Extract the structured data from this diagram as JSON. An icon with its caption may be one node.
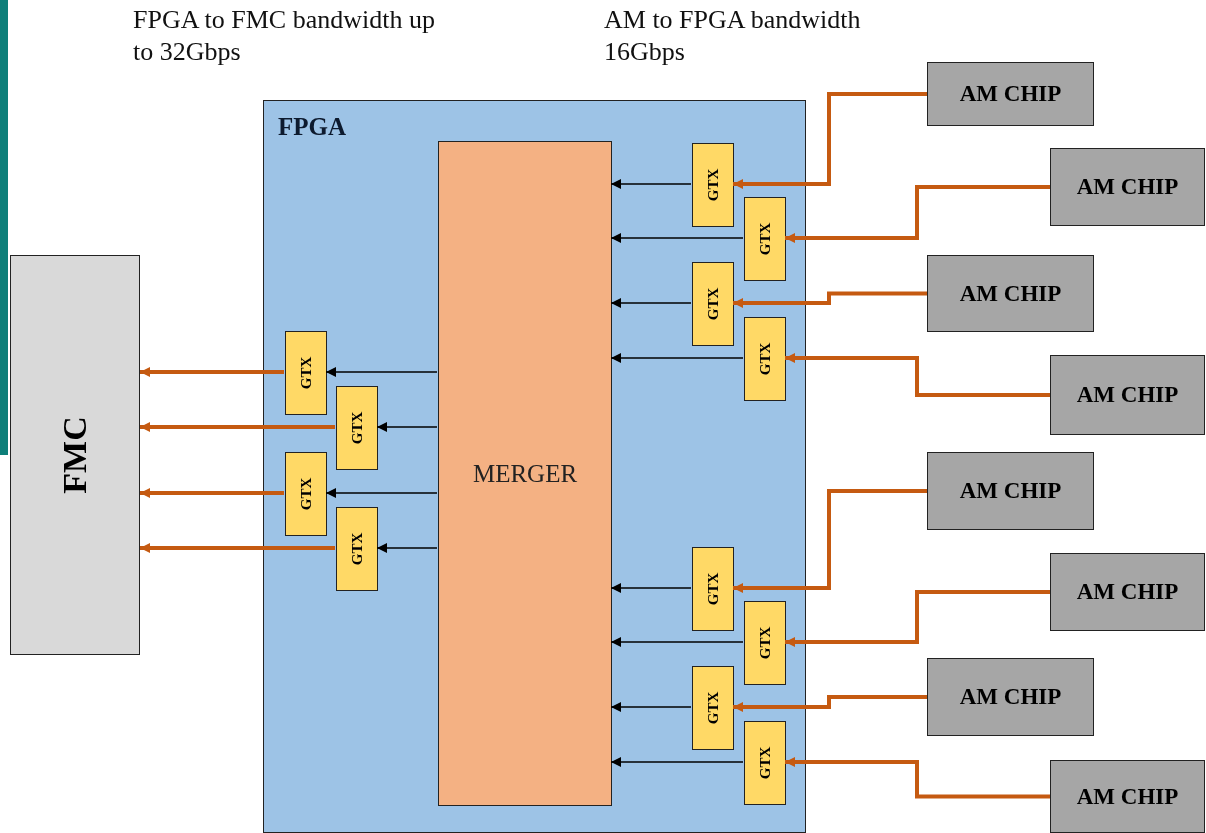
{
  "diagram": {
    "nodes": [
      {
        "text": [
          "FPGA"
        ]
      },
      {
        "text": [
          "MERGER"
        ],
        "in": 0
      },
      {
        "text": [
          "GTX"
        ],
        "in": 0
      },
      {
        "text": [
          "GTX"
        ],
        "in": 0
      },
      {
        "text": [
          "GTX"
        ],
        "in": 0
      },
      {
        "text": [
          "GTX"
        ],
        "in": 0
      },
      {
        "text": [
          "GTX"
        ],
        "in": 0
      },
      {
        "text": [
          "GTX"
        ],
        "in": 0
      },
      {
        "text": [
          "GTX"
        ],
        "in": 0
      },
      {
        "text": [
          "GTX"
        ],
        "in": 0
      },
      {
        "text": [
          "GTX"
        ],
        "in": 0
      },
      {
        "text": [
          "GTX"
        ],
        "in": 0
      },
      {
        "text": [
          "GTX"
        ],
        "in": 0
      },
      {
        "text": [
          "GTX"
        ],
        "in": 0
      },
      {
        "text": [
          "FMC"
        ]
      },
      {
        "text": [
          "AM CHIP"
        ]
      },
      {
        "text": [
          "AM CHIP"
        ]
      },
      {
        "text": [
          "AM CHIP"
        ]
      },
      {
        "text": [
          "AM CHIP"
        ]
      },
      {
        "text": [
          "AM CHIP"
        ]
      },
      {
        "text": [
          "AM CHIP"
        ]
      },
      {
        "text": [
          "AM CHIP"
        ]
      },
      {
        "text": [
          "AM CHIP"
        ]
      }
    ],
    "edges": [
      {
        "from": 15,
        "to": 2,
        "arrow": "to",
        "style": "thick",
        "color": "#c55a11"
      },
      {
        "from": 16,
        "to": 3,
        "arrow": "to",
        "style": "thick",
        "color": "#c55a11"
      },
      {
        "from": 17,
        "to": 4,
        "arrow": "to",
        "style": "thick",
        "color": "#c55a11"
      },
      {
        "from": 18,
        "to": 5,
        "arrow": "to",
        "style": "thick",
        "color": "#c55a11"
      },
      {
        "from": 19,
        "to": 6,
        "arrow": "to",
        "style": "thick",
        "color": "#c55a11"
      },
      {
        "from": 20,
        "to": 7,
        "arrow": "to",
        "style": "thick",
        "color": "#c55a11"
      },
      {
        "from": 21,
        "to": 8,
        "arrow": "to",
        "style": "thick",
        "color": "#c55a11"
      },
      {
        "from": 22,
        "to": 9,
        "arrow": "to",
        "style": "thick",
        "color": "#c55a11"
      },
      {
        "from": 2,
        "to": 1,
        "arrow": "to",
        "color": "#000000"
      },
      {
        "from": 3,
        "to": 1,
        "arrow": "to",
        "color": "#000000"
      },
      {
        "from": 4,
        "to": 1,
        "arrow": "to",
        "color": "#000000"
      },
      {
        "from": 5,
        "to": 1,
        "arrow": "to",
        "color": "#000000"
      },
      {
        "from": 6,
        "to": 1,
        "arrow": "to",
        "color": "#000000"
      },
      {
        "from": 7,
        "to": 1,
        "arrow": "to",
        "color": "#000000"
      },
      {
        "from": 8,
        "to": 1,
        "arrow": "to",
        "color": "#000000"
      },
      {
        "from": 9,
        "to": 1,
        "arrow": "to",
        "color": "#000000"
      },
      {
        "from": 1,
        "to": 10,
        "arrow": "to",
        "color": "#000000"
      },
      {
        "from": 1,
        "to": 11,
        "arrow": "to",
        "color": "#000000"
      },
      {
        "from": 1,
        "to": 12,
        "arrow": "to",
        "color": "#000000"
      },
      {
        "from": 1,
        "to": 13,
        "arrow": "to",
        "color": "#000000"
      },
      {
        "from": 10,
        "to": 14,
        "arrow": "to",
        "style": "thick",
        "color": "#c55a11"
      },
      {
        "from": 11,
        "to": 14,
        "arrow": "to",
        "style": "thick",
        "color": "#c55a11"
      },
      {
        "from": 12,
        "to": 14,
        "arrow": "to",
        "style": "thick",
        "color": "#c55a11"
      },
      {
        "from": 13,
        "to": 14,
        "arrow": "to",
        "style": "thick",
        "color": "#c55a11"
      }
    ],
    "labels": [
      "FPGA to FMC bandwidth up to 32Gbps",
      "AM to FPGA bandwidth 16Gbps"
    ]
  }
}
